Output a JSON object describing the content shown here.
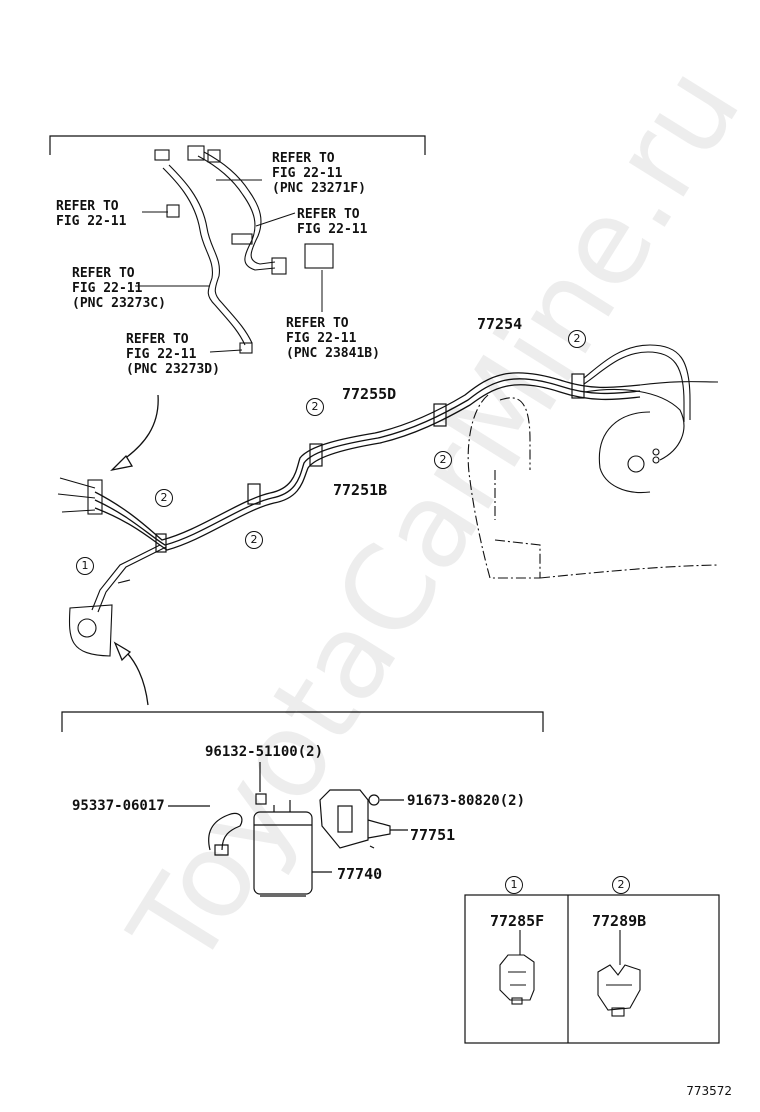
{
  "refs": {
    "r1": "REFER TO\nFIG 22-11\n(PNC 23271F)",
    "r2": "REFER TO\nFIG 22-11",
    "r3": "REFER TO\nFIG 22-11",
    "r4": "REFER TO\nFIG 22-11\n(PNC 23273C)",
    "r5": "REFER TO\nFIG 22-11\n(PNC 23841B)",
    "r6": "REFER TO\nFIG 22-11\n(PNC 23273D)"
  },
  "parts": {
    "p77254": "77254",
    "p77255D": "77255D",
    "p77251B": "77251B",
    "p96132": "96132-51100(2)",
    "p95337": "95337-06017",
    "p91673": "91673-80820(2)",
    "p77751": "77751",
    "p77740": "77740"
  },
  "callouts": {
    "c1": "1",
    "c2": "2"
  },
  "legend": {
    "col1_marker": "1",
    "col1_part": "77285F",
    "col2_marker": "2",
    "col2_part": "77289B"
  },
  "diagram_code": "773572",
  "watermark": "ToyotaCarMine.ru"
}
